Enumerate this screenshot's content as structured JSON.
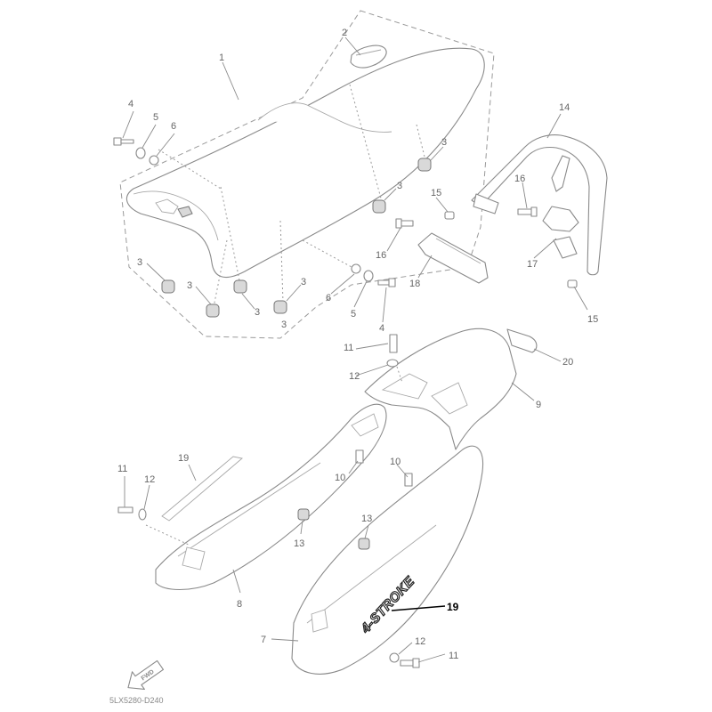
{
  "diagram": {
    "callouts": [
      {
        "id": "1a",
        "label": "1"
      },
      {
        "id": "2a",
        "label": "2"
      },
      {
        "id": "3a",
        "label": "3"
      },
      {
        "id": "3b",
        "label": "3"
      },
      {
        "id": "3c",
        "label": "3"
      },
      {
        "id": "3d",
        "label": "3"
      },
      {
        "id": "3e",
        "label": "3"
      },
      {
        "id": "3f",
        "label": "3"
      },
      {
        "id": "3g",
        "label": "3"
      },
      {
        "id": "4a",
        "label": "4"
      },
      {
        "id": "4b",
        "label": "4"
      },
      {
        "id": "5a",
        "label": "5"
      },
      {
        "id": "5b",
        "label": "5"
      },
      {
        "id": "6a",
        "label": "6"
      },
      {
        "id": "6b",
        "label": "6"
      },
      {
        "id": "7a",
        "label": "7"
      },
      {
        "id": "8a",
        "label": "8"
      },
      {
        "id": "9a",
        "label": "9"
      },
      {
        "id": "10a",
        "label": "10"
      },
      {
        "id": "10b",
        "label": "10"
      },
      {
        "id": "11a",
        "label": "11"
      },
      {
        "id": "11b",
        "label": "11"
      },
      {
        "id": "11c",
        "label": "11"
      },
      {
        "id": "12a",
        "label": "12"
      },
      {
        "id": "12b",
        "label": "12"
      },
      {
        "id": "12c",
        "label": "12"
      },
      {
        "id": "13a",
        "label": "13"
      },
      {
        "id": "13b",
        "label": "13"
      },
      {
        "id": "14a",
        "label": "14"
      },
      {
        "id": "15a",
        "label": "15"
      },
      {
        "id": "15b",
        "label": "15"
      },
      {
        "id": "16a",
        "label": "16"
      },
      {
        "id": "16b",
        "label": "16"
      },
      {
        "id": "17a",
        "label": "17"
      },
      {
        "id": "18a",
        "label": "18"
      },
      {
        "id": "19a",
        "label": "19"
      },
      {
        "id": "19b",
        "label": "19"
      },
      {
        "id": "20a",
        "label": "20"
      }
    ],
    "decal_text": "4-STROKE",
    "fwd_label": "FWD",
    "drawing_code": "5LX5280-D240"
  }
}
